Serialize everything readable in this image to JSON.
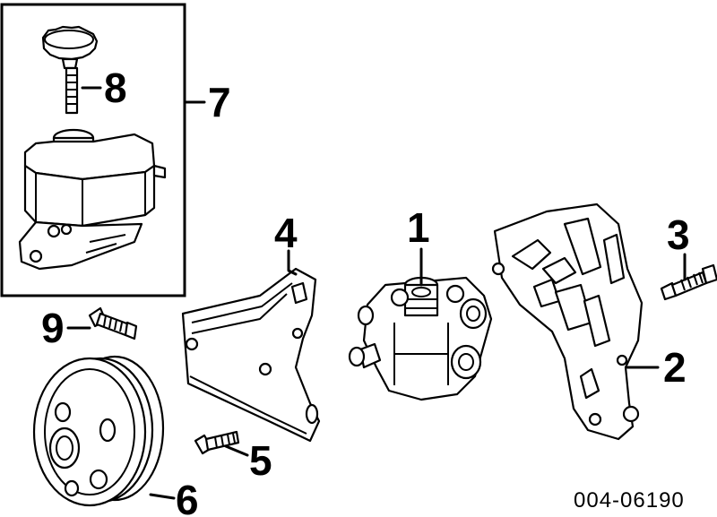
{
  "callouts": {
    "c1": "1",
    "c2": "2",
    "c3": "3",
    "c4": "4",
    "c5": "5",
    "c6": "6",
    "c7": "7",
    "c8": "8",
    "c9": "9"
  },
  "reference_number": "004-06190"
}
